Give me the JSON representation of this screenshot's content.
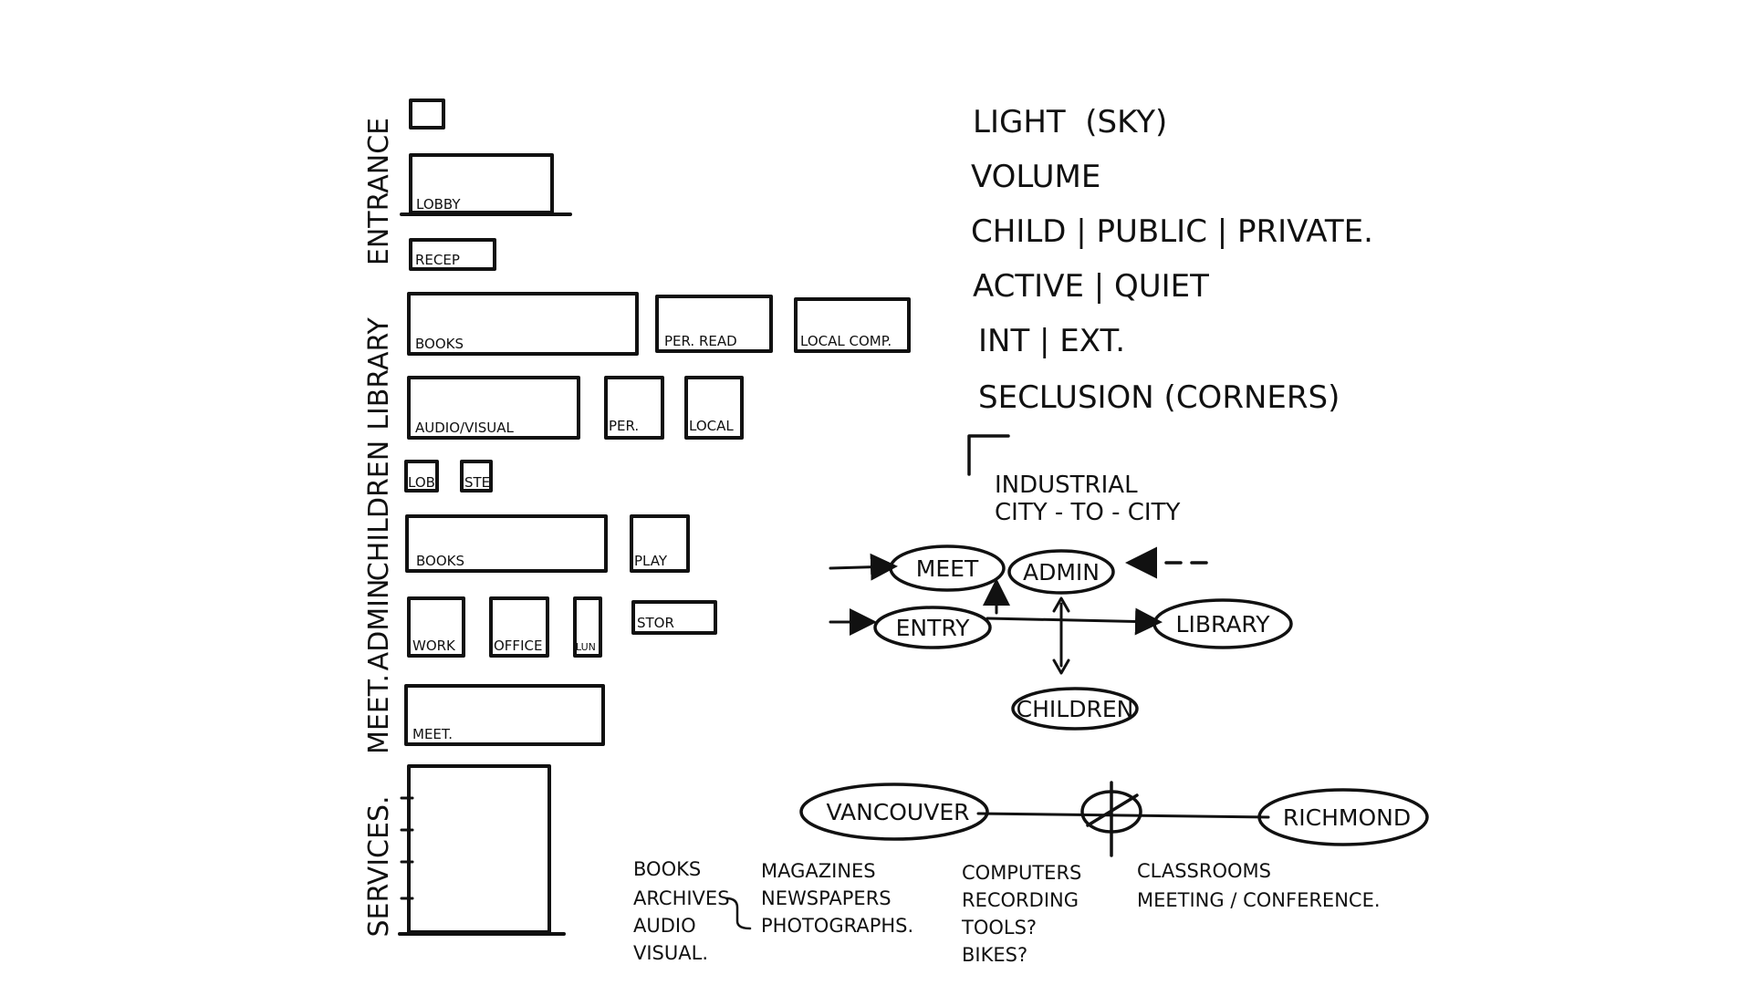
{
  "sections": {
    "entrance": "ENTRANCE",
    "library": "LIBRARY",
    "children": "CHILDREN",
    "admin": "ADMIN",
    "meet": "MEET.",
    "services": "SERVICES."
  },
  "rooms": {
    "wc": "",
    "lobby": "LOBBY",
    "recep": "RECEP",
    "books": "BOOKS",
    "per_read": "PER. READ",
    "local_comp": "LOCAL COMP.",
    "audio_visual": "AUDIO/VISUAL",
    "per": "PER.",
    "local": "LOCAL",
    "child_wc": "LOB",
    "child_ste": "STE",
    "child_books": "BOOKS",
    "play": "PLAY",
    "work": "WORK",
    "office": "OFFICE",
    "lun": "LUN",
    "stor": "STOR",
    "meet_room": "MEET.",
    "services_room": ""
  },
  "criteria": [
    "LIGHT  (SKY)",
    "VOLUME",
    "CHILD | PUBLIC | PRIVATE.",
    "ACTIVE | QUIET",
    "INT | EXT.",
    "SECLUSION (CORNERS)"
  ],
  "industrial": [
    "INDUSTRIAL",
    "CITY - TO - CITY"
  ],
  "bubbles": {
    "meet": "MEET",
    "admin": "ADMIN",
    "entry": "ENTRY",
    "library": "LIBRARY",
    "children": "CHILDREN"
  },
  "cities": {
    "left": "VANCOUVER",
    "right": "RICHMOND"
  },
  "lists": {
    "col1": [
      "BOOKS",
      "ARCHIVES",
      "AUDIO",
      "VISUAL."
    ],
    "col2": [
      "MAGAZINES",
      "NEWSPAPERS",
      "PHOTOGRAPHS."
    ],
    "col3": [
      "COMPUTERS",
      "RECORDING",
      "TOOLS?",
      "BIKES?"
    ],
    "col4": [
      "CLASSROOMS",
      "MEETING / CONFERENCE."
    ]
  }
}
